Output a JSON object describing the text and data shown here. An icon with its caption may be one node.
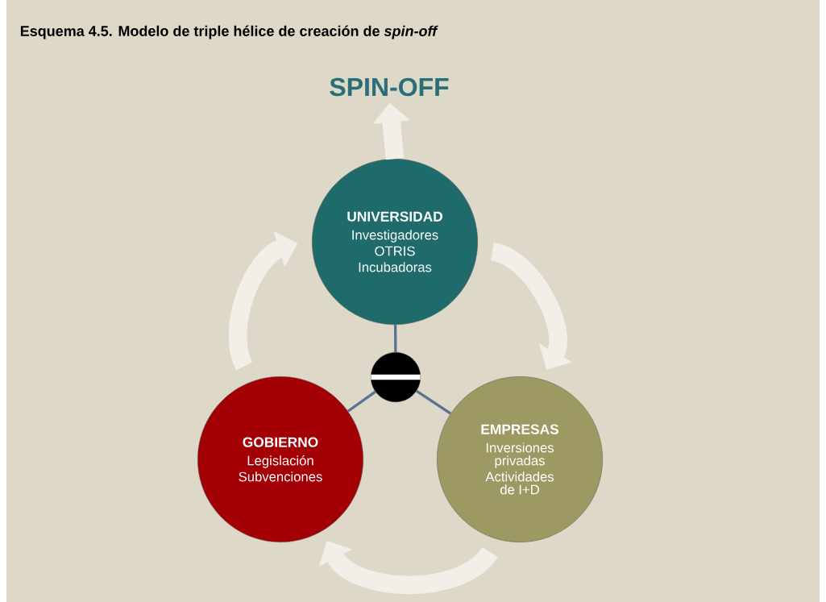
{
  "diagram": {
    "title": "Esquema 4.5. Modelo de triple hélice de creación de *spin-off*",
    "nodes": [
      {
        "text": [
          "SPIN-OFF"
        ]
      },
      {
        "text": [
          "UNIVERSIDAD",
          "Investigadores",
          "OTRIS",
          "Incubadoras"
        ]
      },
      {
        "text": [
          "GOBIERNO",
          "Legislación",
          "Subvenciones"
        ]
      },
      {
        "text": [
          "EMPRESAS",
          "Inversiones privadas",
          "Actividades de I+D"
        ]
      },
      {
        "text": [],
        "shape": "circle"
      }
    ],
    "edges": [
      {
        "from": 1,
        "to": 0,
        "arrow": "to"
      },
      {
        "from": 1,
        "to": 3,
        "arrow": "to"
      },
      {
        "from": 3,
        "to": 2,
        "arrow": "to"
      },
      {
        "from": 2,
        "to": 1,
        "arrow": "to"
      },
      {
        "from": 4,
        "to": 1,
        "arrow": "none",
        "color": "#5b7393"
      },
      {
        "from": 4,
        "to": 2,
        "arrow": "none",
        "color": "#5b7393"
      },
      {
        "from": 4,
        "to": 3,
        "arrow": "none",
        "color": "#5b7393"
      }
    ]
  }
}
